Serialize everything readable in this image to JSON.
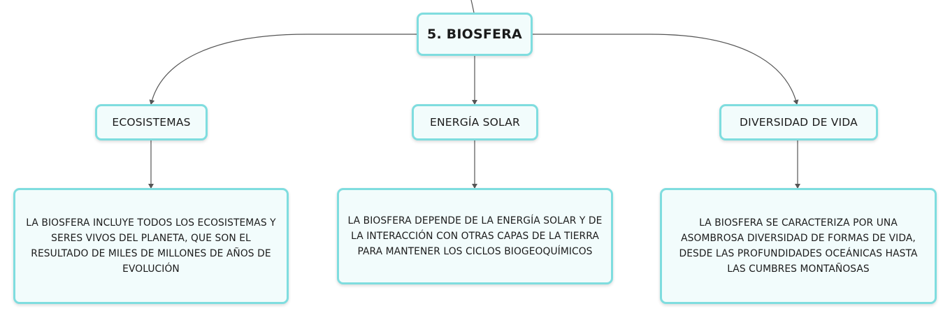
{
  "map": {
    "root": "5. BIOSFERA",
    "branches": [
      {
        "title": "ECOSISTEMAS",
        "detail": "LA BIOSFERA INCLUYE TODOS LOS ECOSISTEMAS Y SERES VIVOS DEL PLANETA, QUE SON EL RESULTADO DE MILES DE MILLONES DE AÑOS DE EVOLUCIÓN"
      },
      {
        "title": "ENERGÍA SOLAR",
        "detail": "LA BIOSFERA DEPENDE DE LA ENERGÍA SOLAR Y DE LA INTERACCIÓN CON OTRAS CAPAS DE LA TIERRA PARA MANTENER LOS CICLOS BIOGEOQUÍMICOS"
      },
      {
        "title": "DIVERSIDAD DE VIDA",
        "detail": "LA BIOSFERA SE CARACTERIZA POR UNA ASOMBROSA DIVERSIDAD DE FORMAS DE VIDA, DESDE LAS PROFUNDIDADES OCEÁNICAS HASTA LAS CUMBRES MONTAÑOSAS"
      }
    ]
  },
  "colors": {
    "node_border": "#7fdddf",
    "node_fill": "#f2fcfc",
    "connector": "#555555"
  }
}
